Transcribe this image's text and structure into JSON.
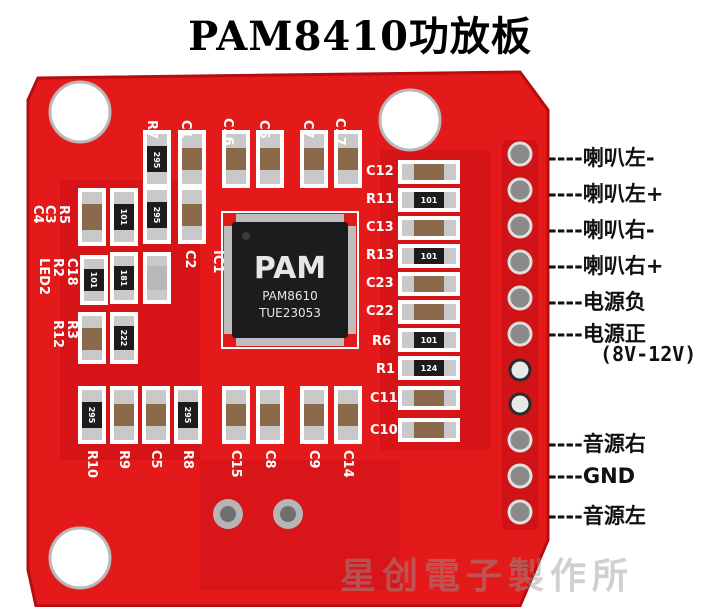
{
  "title": "PAM8410功放板",
  "chip": {
    "logo": "PAM",
    "model": "PAM8610",
    "lot": "TUE23053"
  },
  "pins": [
    {
      "label": "----喇叭左-"
    },
    {
      "label": "----喇叭左+"
    },
    {
      "label": "----喇叭右-"
    },
    {
      "label": "----喇叭右+"
    },
    {
      "label": "----电源负"
    },
    {
      "label": "----电源正"
    },
    {
      "label": "----音源右"
    },
    {
      "label": "----GND"
    },
    {
      "label": "----音源左"
    }
  ],
  "voltage_note": "(8V-12V)",
  "watermark": "星创電子製作所",
  "silkscreen": {
    "r7": "R7",
    "c1": "C1",
    "c16": "C16",
    "c6": "C6",
    "c7": "C7",
    "c17": "C17",
    "c12": "C12",
    "r11": "R11",
    "c13": "C13",
    "r13": "R13",
    "c23": "C23",
    "c22": "C22",
    "r6": "R6",
    "r1": "R1",
    "c11": "C11",
    "c10": "C10",
    "r5": "R5",
    "c3": "C3",
    "c4": "C4",
    "c2": "C2",
    "ic1": "IC1",
    "c18": "C18",
    "r2": "R2",
    "led2": "LED2",
    "r3": "R3",
    "r12": "R12",
    "r10": "R10",
    "r9": "R9",
    "c5": "C5",
    "r8": "R8",
    "c15": "C15",
    "c8": "C8",
    "c9": "C9",
    "c14": "C14"
  },
  "resistor_codes": {
    "r7": "295",
    "r5": "101",
    "c3": "295",
    "r2": "101",
    "r12": "181",
    "r3": "222",
    "r10": "295",
    "r8": "295",
    "r11": "101",
    "r13": "101",
    "r6": "101",
    "r1": "124"
  },
  "colors": {
    "pcb": "#e41a1a",
    "pcb_dark": "#c90f12",
    "silkscreen": "#ffffff",
    "chip": "#1c1c1c",
    "pad": "#c9c9c9"
  }
}
